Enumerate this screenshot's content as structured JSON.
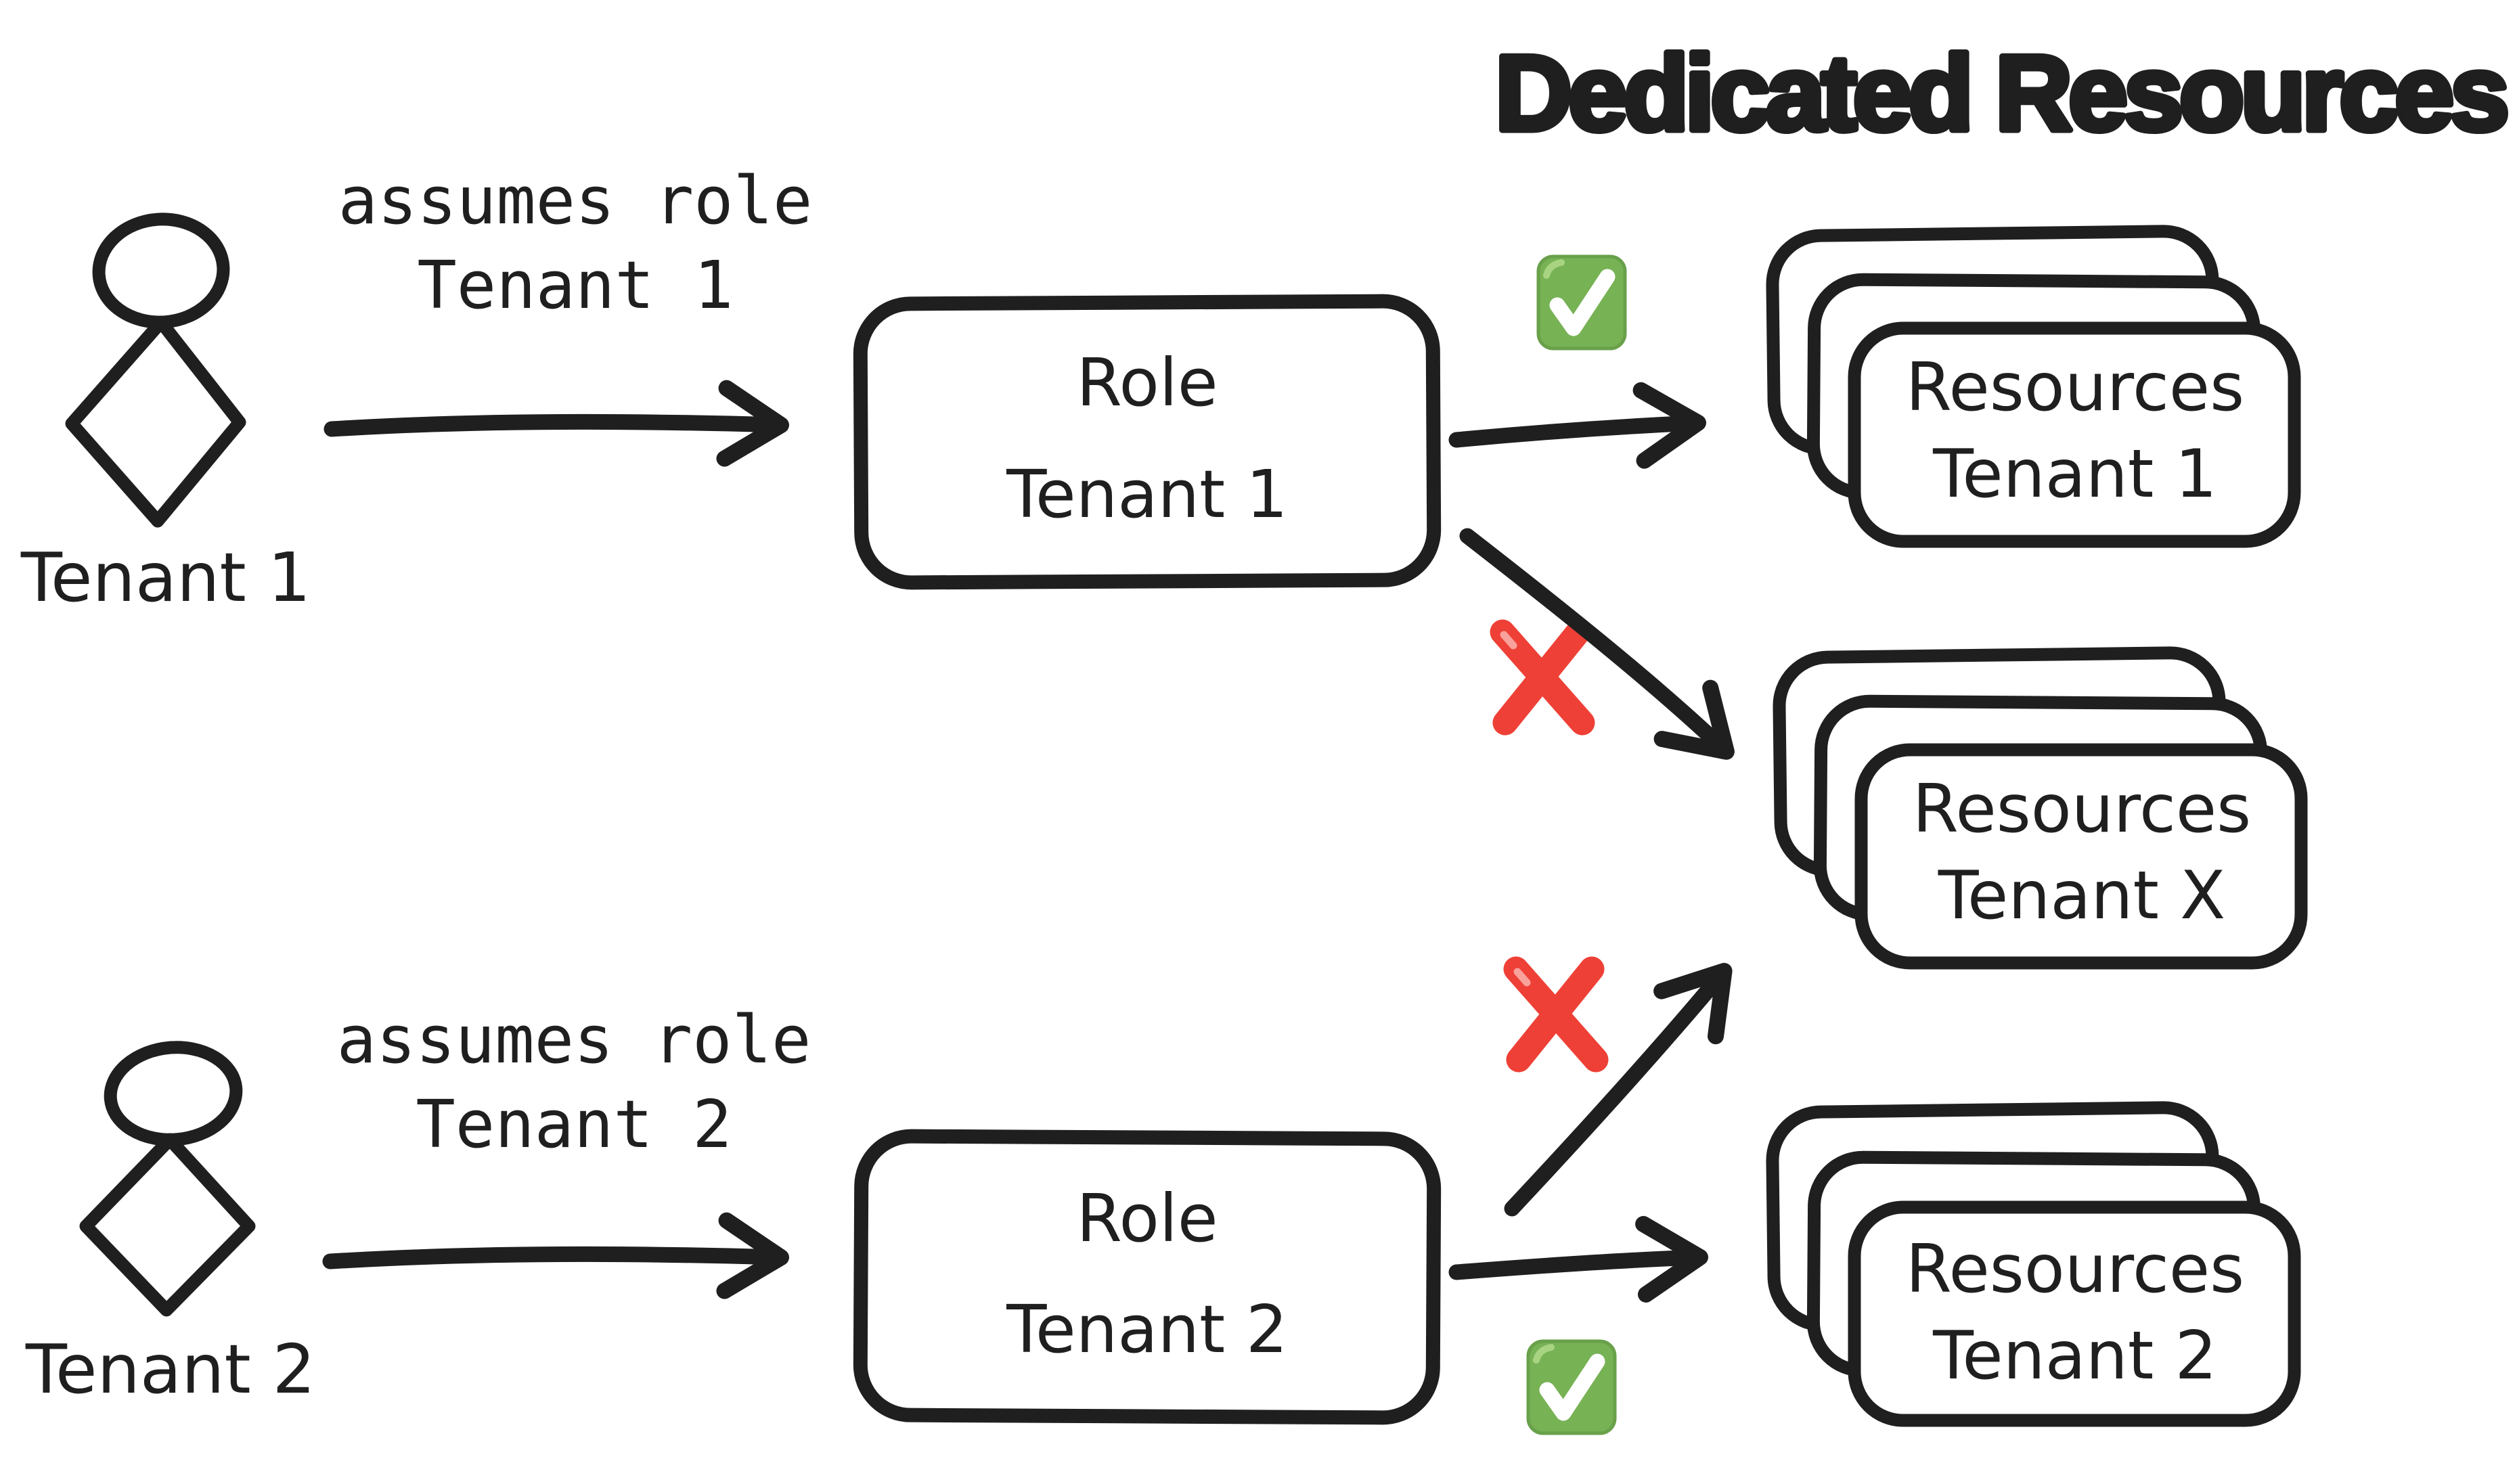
{
  "title": "Dedicated Resources",
  "colors": {
    "ink": "#1f1f1f",
    "check_green": "#77b255",
    "check_green_highlight": "#a8d482",
    "cross_red": "#ee4036",
    "cross_red_highlight": "#f9a19b"
  },
  "tenant1": {
    "actor_label": "Tenant 1",
    "assumes_caption": {
      "line1": "assumes role",
      "line2": "Tenant 1"
    },
    "role_box": {
      "line1": "Role",
      "line2": "Tenant 1"
    },
    "resources_stack": {
      "line1": "Resources",
      "line2": "Tenant 1"
    }
  },
  "tenant2": {
    "actor_label": "Tenant 2",
    "assumes_caption": {
      "line1": "assumes role",
      "line2": "Tenant 2"
    },
    "role_box": {
      "line1": "Role",
      "line2": "Tenant 2"
    },
    "resources_stack": {
      "line1": "Resources",
      "line2": "Tenant 2"
    }
  },
  "shared_resources_stack": {
    "line1": "Resources",
    "line2": "Tenant X"
  },
  "icons": {
    "allowed": "check-mark-button",
    "denied": "cross-mark",
    "actor": "person-icon",
    "flow": "arrow"
  }
}
